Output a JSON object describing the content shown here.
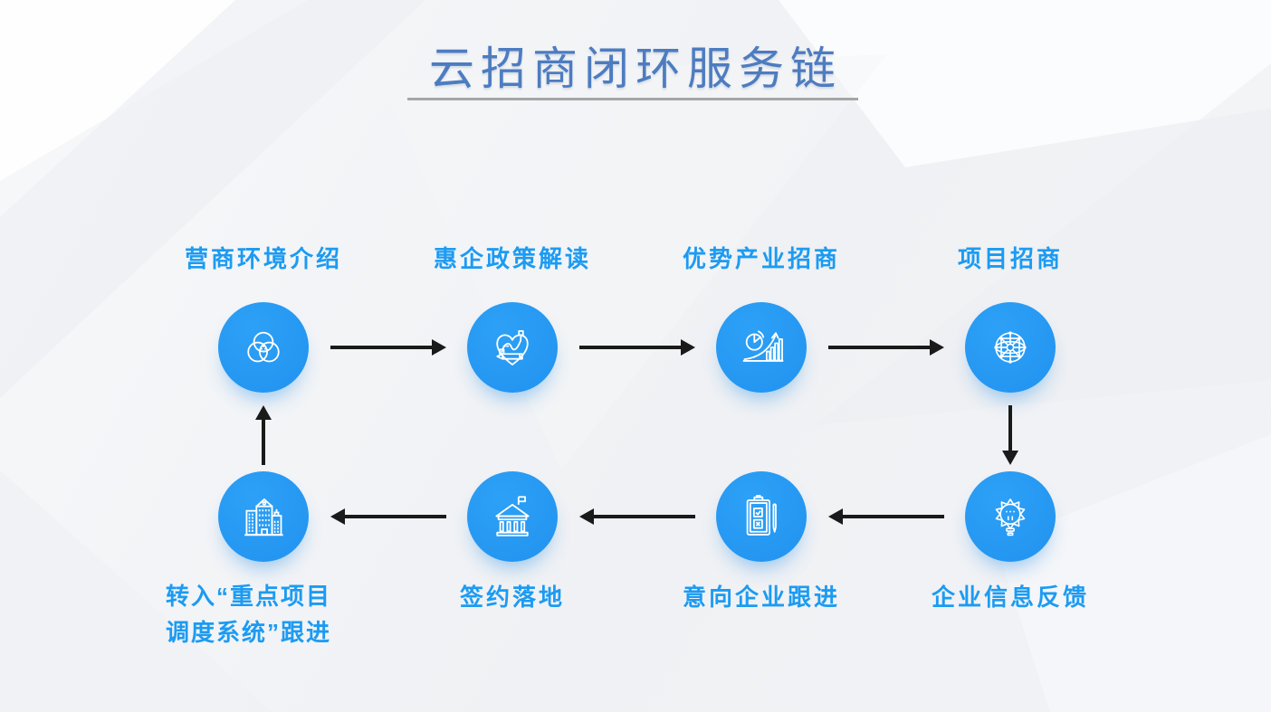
{
  "slide": {
    "title": "云招商闭环服务链",
    "title_color": "#4d7cc0",
    "accent_color": "#1c9bf2",
    "circle_color": "#2196f3",
    "arrow_color": "#1a1a1a",
    "underline_color": "#a6a6a6"
  },
  "steps": [
    {
      "label": "营商环境介绍",
      "icon": "venn-diagram-icon"
    },
    {
      "label": "惠企政策解读",
      "icon": "heart-design-icon"
    },
    {
      "label": "优势产业招商",
      "icon": "growth-chart-icon"
    },
    {
      "label": "项目招商",
      "icon": "globe-network-icon"
    },
    {
      "label": "企业信息反馈",
      "icon": "idea-bulb-icon"
    },
    {
      "label": "意向企业跟进",
      "icon": "clipboard-check-icon"
    },
    {
      "label": "签约落地",
      "icon": "bank-building-icon"
    },
    {
      "label": "转入“重点项目调度系统”跟进",
      "label_line1": "转入“重点项目",
      "label_line2": "调度系统”跟进",
      "icon": "city-buildings-icon"
    }
  ],
  "flow": {
    "type": "closed-loop",
    "top_row_direction": "right",
    "bottom_row_direction": "left",
    "right_connector": "down",
    "left_connector": "up"
  }
}
